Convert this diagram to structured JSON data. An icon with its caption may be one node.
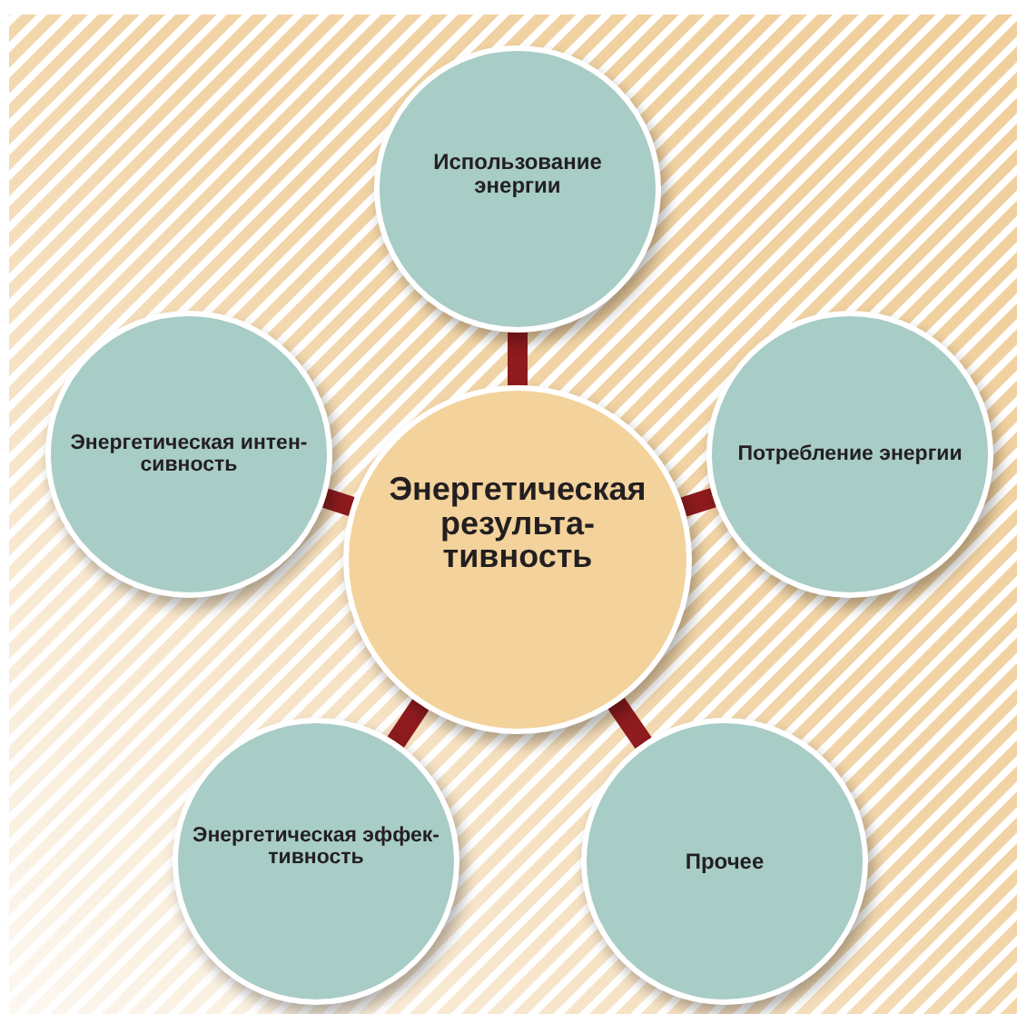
{
  "diagram": {
    "nodes": [
      {
        "text": [
          "Использование энергии"
        ]
      },
      {
        "text": [
          "Энергетическая интен- сивность"
        ]
      },
      {
        "text": [
          "Потребление энергии"
        ]
      },
      {
        "text": [
          "Энергетическая результа- тивность"
        ]
      },
      {
        "text": [
          "Энергетическая эффек- тивность"
        ]
      },
      {
        "text": [
          "Прочее"
        ]
      }
    ],
    "edges": [
      {
        "from": 3,
        "to": 0,
        "arrow": "none"
      },
      {
        "from": 3,
        "to": 1,
        "arrow": "none"
      },
      {
        "from": 3,
        "to": 2,
        "arrow": "none"
      },
      {
        "from": 3,
        "to": 4,
        "arrow": "none"
      },
      {
        "from": 3,
        "to": 5,
        "arrow": "none"
      }
    ]
  }
}
